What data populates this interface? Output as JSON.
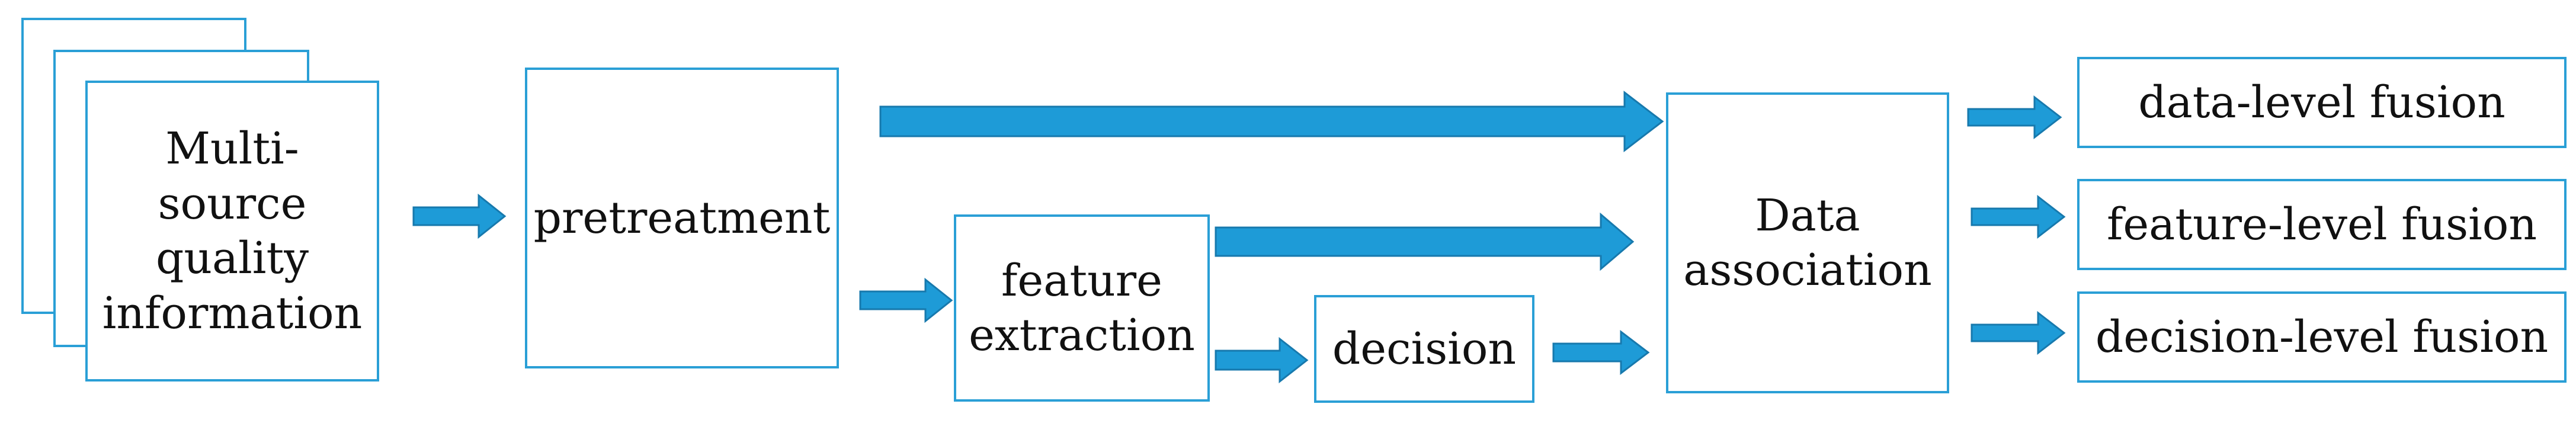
{
  "colors": {
    "box_border": "#2a9fd6",
    "arrow_fill": "#1e9bd7",
    "arrow_stroke": "#1779ad",
    "text": "#111111"
  },
  "diagram": {
    "source": {
      "lines": [
        "Multi-",
        "source",
        "quality",
        "information"
      ]
    },
    "pretreatment": "pretreatment",
    "feature_extraction": {
      "lines": [
        "feature",
        "extraction"
      ]
    },
    "decision": "decision",
    "data_association": {
      "lines": [
        "Data",
        "association"
      ]
    },
    "outputs": [
      "data-level fusion",
      "feature-level fusion",
      "decision-level fusion"
    ]
  }
}
